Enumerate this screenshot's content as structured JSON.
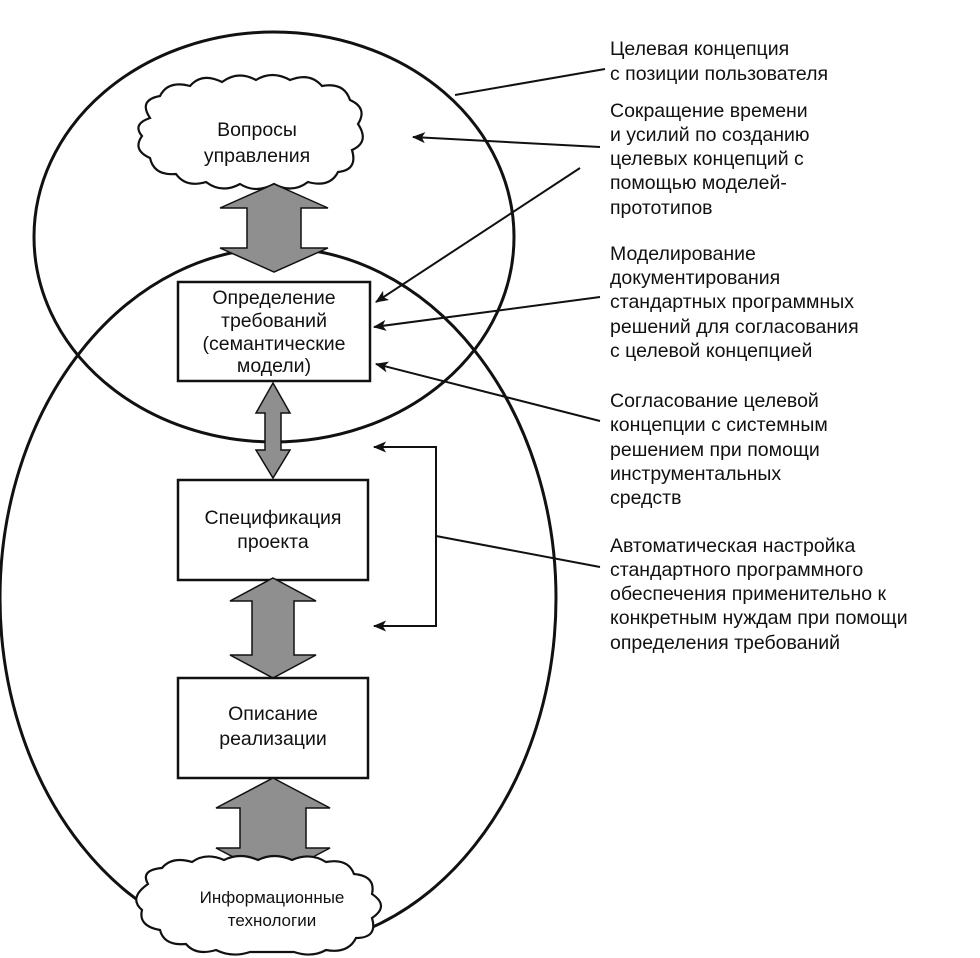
{
  "nodes": {
    "top_cloud": [
      "Вопросы",
      "управления"
    ],
    "requirements": [
      "Определение",
      "требований",
      "(семантические",
      "модели)"
    ],
    "specification": [
      "Спецификация",
      "проекта"
    ],
    "implementation": [
      "Описание",
      "реализации"
    ],
    "bottom_cloud": [
      "Информационные",
      "технологии"
    ]
  },
  "annotations": [
    [
      "Целевая концепция",
      "с позиции пользователя"
    ],
    [
      "Сокращение времени",
      "и усилий по созданию",
      "целевых концепций с",
      "помощью моделей-",
      "прототипов"
    ],
    [
      "Моделирование",
      "документирования",
      "стандартных программных",
      "решений для согласования",
      "с целевой концепцией"
    ],
    [
      "Согласование целевой",
      "концепции с системным",
      "решением при помощи",
      "инструментальных",
      "средств"
    ],
    [
      "Автоматическая настройка",
      "стандартного программного",
      "обеспечения применительно к",
      "конкретным нуждам при помощи",
      "определения требований"
    ]
  ],
  "colors": {
    "line": "#111111",
    "arrow_fill": "#8f8f8f",
    "background": "#ffffff"
  }
}
